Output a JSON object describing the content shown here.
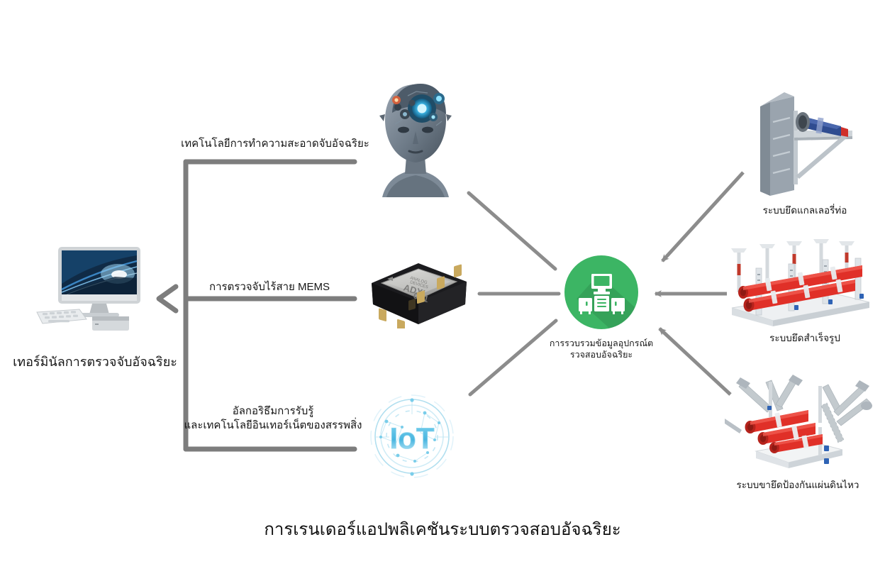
{
  "diagram": {
    "caption": "การเรนเดอร์แอปพลิเคชันระบบตรวจสอบอัจฉริยะ",
    "center": {
      "label": "การรวบรวมข้อมูลอุปกรณ์ต\nรวจสอบอัจฉริยะ",
      "badge_color": "#3cb564",
      "icon": "server-workstation-icon"
    },
    "terminal": {
      "label": "เทอร์มินัลการตรวจจับอัจฉริยะ",
      "icon": "desktop-computer-icon"
    },
    "flows": [
      {
        "id": "cleaning-tech",
        "label": "เทคโนโลยีการทำความสะอาดจับอัจฉริยะ",
        "source_icon": "ai-robot-head-icon"
      },
      {
        "id": "wireless-mems",
        "label": "การตรวจจับไร้สาย MEMS",
        "source_icon": "mems-accelerometer-chip-icon"
      },
      {
        "id": "iot-algorithm",
        "label": "อัลกอริธึมการรับรู้\nและเทคโนโลยีอินเทอร์เน็ตของสรรพสิ่ง",
        "source_icon": "iot-logo-icon"
      }
    ],
    "sources": [
      {
        "id": "pipe-bracket",
        "label": "ระบบยึดแกลเลอรี่ท่อ",
        "icon": "wall-mounted-pipe-bracket-render"
      },
      {
        "id": "prefab-support",
        "label": "ระบบยึดสำเร็จรูป",
        "icon": "prefabricated-pipe-support-render"
      },
      {
        "id": "seismic-bracing",
        "label": "ระบบขายึดป้องกันแผ่นดินไหว",
        "icon": "seismic-bracing-render"
      }
    ],
    "colors": {
      "wire": "#8c8c8c",
      "wire_dark": "#6f6f6f",
      "accent_green": "#3cb564",
      "text": "#161616"
    }
  }
}
